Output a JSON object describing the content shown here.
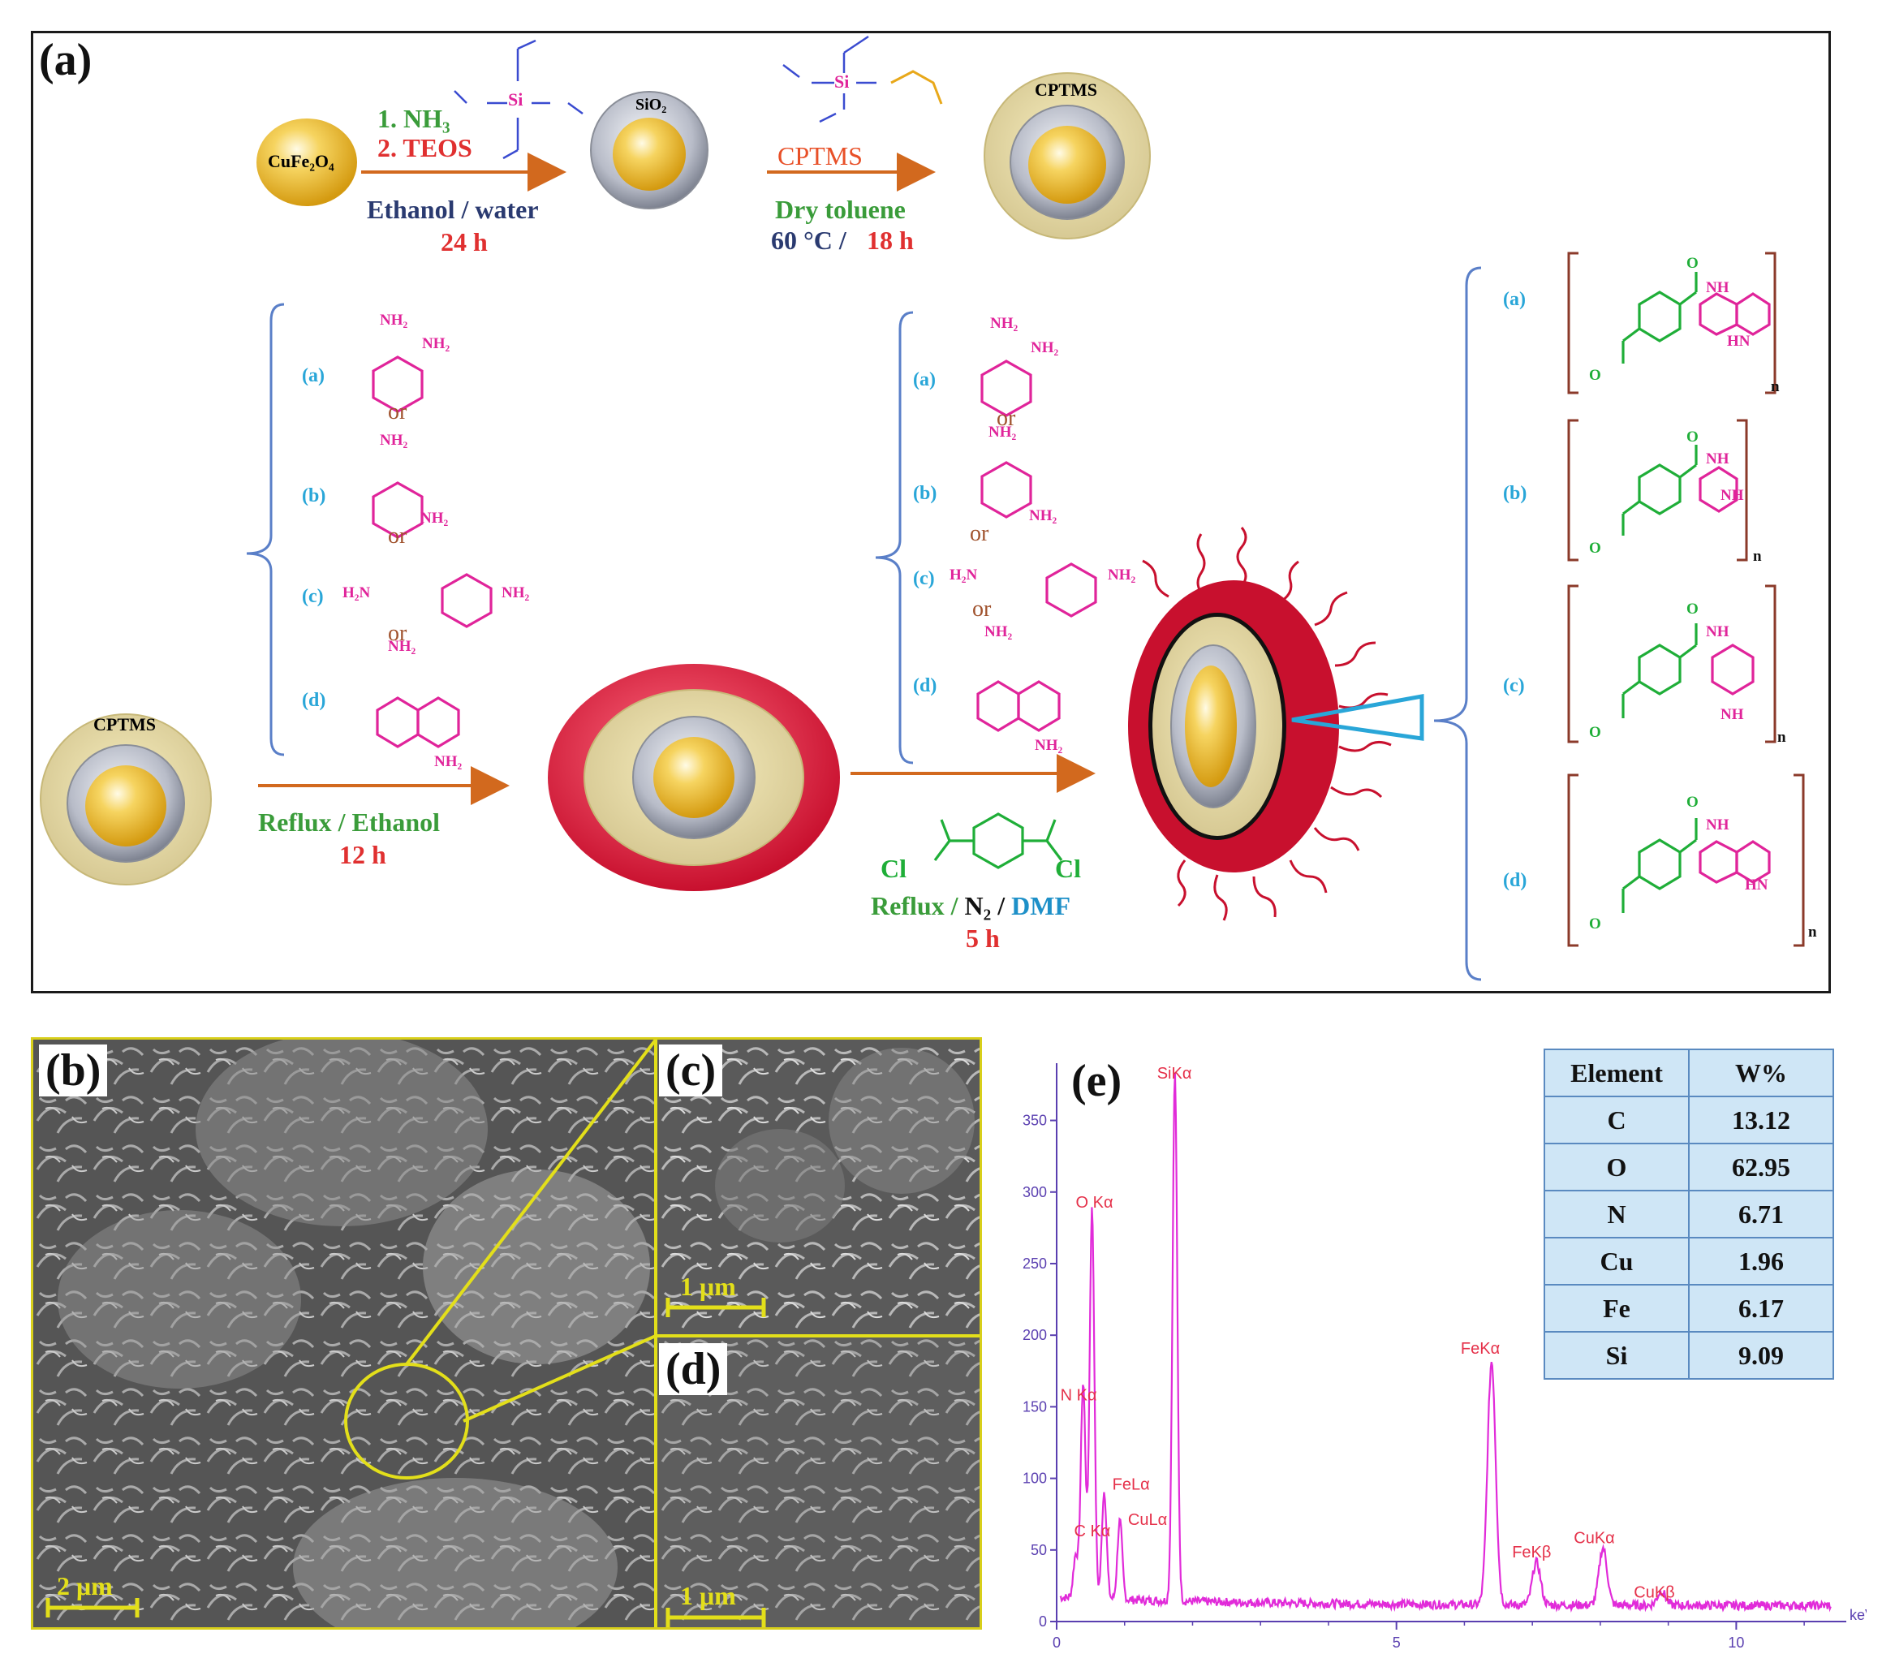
{
  "panels": {
    "a": "(a)",
    "b": "(b)",
    "c": "(c)",
    "d": "(d)",
    "e": "(e)"
  },
  "scheme": {
    "start_particle": "CuFe₂O₄",
    "silica_particle": "SiO₂",
    "cptms_particle": "CPTMS",
    "step1": {
      "reagent1": "1. NH₃",
      "reagent2": "2. TEOS",
      "solvent": "Ethanol / water",
      "time": "24 h"
    },
    "step2": {
      "reagent": "CPTMS",
      "solvent": "Dry toluene",
      "temp": "60 °C /",
      "time": "18 h"
    },
    "step3": {
      "solvent": "Reflux / Ethanol",
      "time": "12 h"
    },
    "step4": {
      "cond_reflux": "Reflux /",
      "cond_n2": "N₂",
      "cond_slash": "/",
      "cond_dmf": "DMF",
      "time": "5 h",
      "cl_left": "Cl",
      "cl_right": "Cl"
    },
    "amines": [
      {
        "tag": "(a)",
        "sub1": "NH₂",
        "sub2": "NH₂"
      },
      {
        "tag": "(b)",
        "sub1": "NH₂",
        "sub2": "NH₂"
      },
      {
        "tag": "(c)",
        "sub1": "H₂N",
        "sub2": "NH₂"
      },
      {
        "tag": "(d)",
        "sub1": "NH₂",
        "sub2": "NH₂"
      }
    ],
    "or": "or",
    "polymers": [
      {
        "tag": "(a)",
        "nh": "NH",
        "nh2": "HN",
        "n": "n",
        "o1": "O",
        "o2": "O"
      },
      {
        "tag": "(b)",
        "nh": "NH",
        "nh2": "NH",
        "n": "n",
        "o1": "O",
        "o2": "O"
      },
      {
        "tag": "(c)",
        "nh": "NH",
        "nh2": "NH",
        "n": "n",
        "o1": "O",
        "o2": "O"
      },
      {
        "tag": "(d)",
        "nh": "NH",
        "nh2": "HN",
        "n": "n",
        "o1": "O",
        "o2": "O"
      }
    ],
    "si": "Si"
  },
  "sem": {
    "scale_b": "2 μm",
    "scale_c": "1 μm",
    "scale_d": "1 μm"
  },
  "eds_table": {
    "headers": [
      "Element",
      "W%"
    ],
    "rows": [
      [
        "C",
        "13.12"
      ],
      [
        "O",
        "62.95"
      ],
      [
        "N",
        "6.71"
      ],
      [
        "Cu",
        "1.96"
      ],
      [
        "Fe",
        "6.17"
      ],
      [
        "Si",
        "9.09"
      ]
    ]
  },
  "chart_data": {
    "type": "line",
    "xlabel": "keV",
    "ylabel": "",
    "xlim": [
      0,
      11.5
    ],
    "ylim": [
      0,
      390
    ],
    "x_ticks": [
      "0",
      "5",
      "10"
    ],
    "y_ticks": [
      "0",
      "50",
      "100",
      "150",
      "200",
      "250",
      "300",
      "350"
    ],
    "peaks": [
      {
        "label": "C Kα",
        "x": 0.28,
        "y": 30
      },
      {
        "label": "N Kα",
        "x": 0.39,
        "y": 150
      },
      {
        "label": "O Kα",
        "x": 0.52,
        "y": 272
      },
      {
        "label": "FeLα",
        "x": 0.7,
        "y": 75
      },
      {
        "label": "CuLα",
        "x": 0.93,
        "y": 55
      },
      {
        "label": "SiKα",
        "x": 1.74,
        "y": 368
      },
      {
        "label": "FeKα",
        "x": 6.4,
        "y": 170
      },
      {
        "label": "FeKβ",
        "x": 7.06,
        "y": 30
      },
      {
        "label": "CuKα",
        "x": 8.04,
        "y": 40
      },
      {
        "label": "CuKβ",
        "x": 8.9,
        "y": 10
      }
    ]
  }
}
